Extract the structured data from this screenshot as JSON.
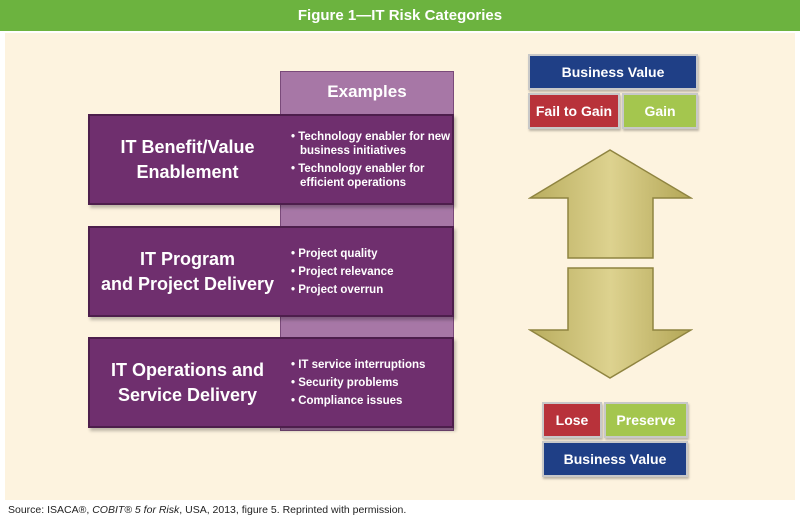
{
  "title": "Figure 1—IT Risk Categories",
  "examples_header": "Examples",
  "categories": [
    {
      "name": "IT Benefit/Value Enablement",
      "line1": "IT Benefit/Value",
      "line2": "Enablement",
      "examples": [
        "• Technology enabler for new business initiatives",
        "• Technology enabler for efficient operations"
      ]
    },
    {
      "name": "IT Program and Project Delivery",
      "line1": "IT Program",
      "line2": "and Project Delivery",
      "examples": [
        "• Project quality",
        "• Project relevance",
        "• Project overrun"
      ]
    },
    {
      "name": "IT Operations and Service Delivery",
      "line1": "IT Operations and",
      "line2": "Service Delivery",
      "examples": [
        "• IT service interruptions",
        "• Security problems",
        "• Compliance issues"
      ]
    }
  ],
  "value_top": {
    "header": "Business Value",
    "left": "Fail to Gain",
    "right": "Gain"
  },
  "value_bottom": {
    "left": "Lose",
    "right": "Preserve",
    "footer": "Business Value"
  },
  "source": {
    "prefix": "Source: ISACA®, ",
    "work": "COBIT® 5 for Risk",
    "suffix": ", USA, 2013, figure 5. Reprinted with permission."
  },
  "colors": {
    "title_bar": "#6cb33f",
    "purple": "#6f2f6e",
    "blue": "#1f3f86",
    "red": "#b8323a",
    "green": "#a4c64e",
    "arrow": "#cfc27a"
  }
}
